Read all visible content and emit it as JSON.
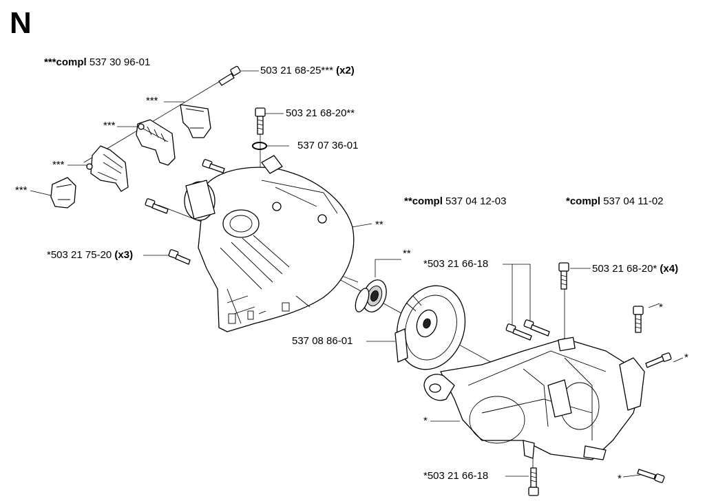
{
  "section_letter": "N",
  "assemblies": {
    "a3": {
      "prefix": "***",
      "word": "compl",
      "number": "537 30 96-01"
    },
    "a2": {
      "prefix": "**",
      "word": "compl",
      "number": "537 04 12-03"
    },
    "a1": {
      "prefix": "*",
      "word": "compl",
      "number": "537 04 11-02"
    }
  },
  "labels": {
    "screw_top": {
      "text": "503 21 68-25***",
      "qty": "(x2)"
    },
    "screw_20a": {
      "text": "503 21 68-20**"
    },
    "oring": {
      "text": "537 07 36-01"
    },
    "screw_75": {
      "text": "*503 21 75-20",
      "qty": "(x3)"
    },
    "screw_66a": {
      "text": "*503 21 66-18"
    },
    "screw_20b": {
      "text": "503 21 68-20*",
      "qty": "(x4)"
    },
    "flywheel": {
      "text": "537 08 86-01"
    },
    "screw_66b": {
      "text": "*503 21 66-18"
    }
  },
  "marks": {
    "m1": "***",
    "m2": "***",
    "m3": "***",
    "m4": "***",
    "housing": "**",
    "bearing": "**",
    "right_screw_a": "*",
    "right_screw_b": "*",
    "crankcase": "*",
    "bottom_screw": "*"
  }
}
